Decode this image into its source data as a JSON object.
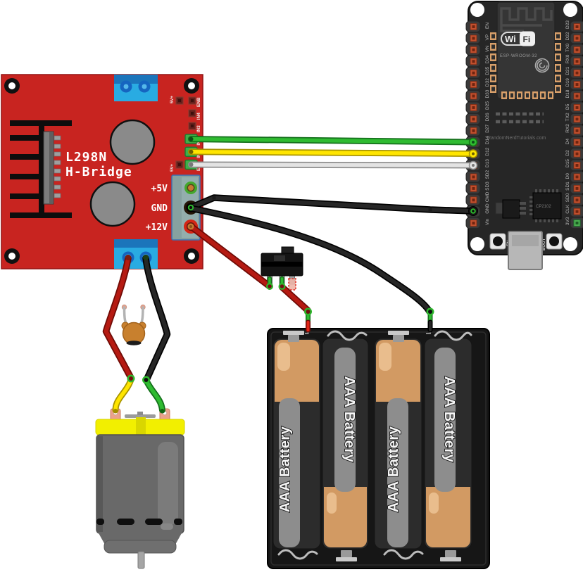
{
  "components": {
    "l298n": {
      "title_line1": "L298N",
      "title_line2": "H-Bridge",
      "power_labels": [
        "+5V",
        "GND",
        "+12V"
      ],
      "header_labels": [
        "ENB",
        "IN4",
        "IN3",
        "IN2",
        "IN1",
        "ENA"
      ],
      "jumper_labels": [
        "5V+",
        "5V+"
      ]
    },
    "esp32": {
      "wifi_logo_wi": "Wi",
      "wifi_logo_fi": "Fi",
      "module_label": "ESP-WROOM-32",
      "brand_text": "RandomNerdTutorials.com",
      "usb_chip_label": "CP2102",
      "en_button_label": "EN",
      "boot_button_label": "BOOT",
      "left_pins": [
        "EN",
        "VP",
        "VN",
        "D34",
        "D35",
        "D32",
        "D33",
        "D25",
        "D26",
        "D27",
        "D14",
        "D12",
        "D13",
        "SD2",
        "SD3",
        "CMD",
        "GND",
        "Vin"
      ],
      "right_pins": [
        "D23",
        "D22",
        "TX0",
        "RX0",
        "D21",
        "D19",
        "D18",
        "D5",
        "TX2",
        "RX2",
        "D4",
        "D2",
        "D15",
        "D0",
        "SD1",
        "SD0",
        "CLK",
        "3V3"
      ]
    },
    "battery_pack": {
      "cells": [
        "AAA Battery",
        "AAA Battery",
        "AAA Battery",
        "AAA Battery"
      ]
    }
  },
  "colors": {
    "wire_green": "#2fbb31",
    "wire_yellow": "#ffe500",
    "wire_white": "#e3e3e3",
    "wire_black": "#262626",
    "wire_red": "#b51a12",
    "board_red": "#c82420",
    "esp_board_black": "#262626",
    "terminal_blue": "#29abe2",
    "terminal_blue_dark": "#1b75bb",
    "battery_orange": "#d29a63",
    "motor_yellow": "#f2ef00"
  }
}
